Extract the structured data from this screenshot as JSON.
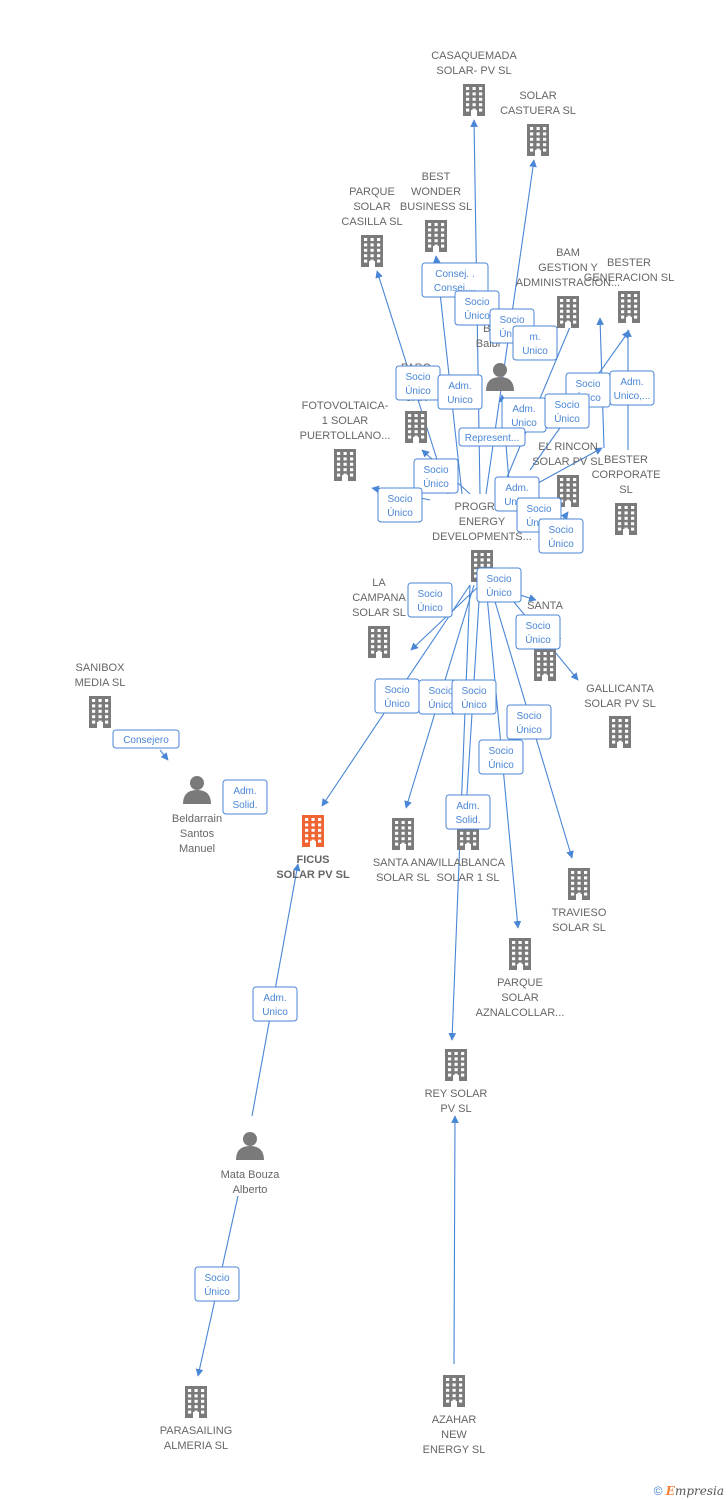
{
  "colors": {
    "building": "#7a7a7a",
    "focus": "#f06432",
    "person": "#7a7a7a",
    "edge": "#4a86d6"
  },
  "nodes": [
    {
      "id": "casaquemada",
      "type": "company",
      "lines": [
        "CASAQUEMADA",
        "SOLAR- PV  SL"
      ]
    },
    {
      "id": "castuera",
      "type": "company",
      "lines": [
        "SOLAR",
        "CASTUERA  SL"
      ]
    },
    {
      "id": "casilla",
      "type": "company",
      "lines": [
        "PARQUE",
        "SOLAR",
        "CASILLA  SL"
      ]
    },
    {
      "id": "bestwonder",
      "type": "company",
      "lines": [
        "BEST",
        "WONDER",
        "BUSINESS SL"
      ]
    },
    {
      "id": "bam",
      "type": "company",
      "lines": [
        "BAM",
        "GESTION Y",
        "ADMINISTRACION..."
      ]
    },
    {
      "id": "bestergen",
      "type": "company",
      "lines": [
        "BESTER",
        "GENERACION SL"
      ]
    },
    {
      "id": "bibalbin",
      "type": "person",
      "lines": [
        "Bi",
        "Balbi"
      ]
    },
    {
      "id": "parquecar",
      "type": "company",
      "lines": [
        "PARQ",
        "SO",
        "CAR"
      ]
    },
    {
      "id": "fotovoltaica",
      "type": "company",
      "lines": [
        "FOTOVOLTAICA-",
        "1 SOLAR",
        "PUERTOLLANO..."
      ]
    },
    {
      "id": "elrincon",
      "type": "company",
      "lines": [
        "EL RINCON",
        "SOLAR PV  SL"
      ]
    },
    {
      "id": "bestercorp",
      "type": "company",
      "lines": [
        "BESTER",
        "CORPORATE",
        "SL"
      ]
    },
    {
      "id": "progres",
      "type": "company",
      "lines": [
        "PROGRES",
        "ENERGY",
        "DEVELOPMENTS..."
      ]
    },
    {
      "id": "lacampana",
      "type": "company",
      "lines": [
        "LA",
        "CAMPANA",
        "SOLAR  SL"
      ]
    },
    {
      "id": "santa",
      "type": "company",
      "lines": [
        "SANTA",
        "A",
        "SO      SL"
      ]
    },
    {
      "id": "gallicanta",
      "type": "company",
      "lines": [
        "GALLICANTA",
        "SOLAR PV  SL"
      ]
    },
    {
      "id": "sanibox",
      "type": "company",
      "lines": [
        "SANIBOX",
        "MEDIA SL"
      ]
    },
    {
      "id": "beldarrain",
      "type": "person",
      "lines": [
        "Beldarrain",
        "Santos",
        "Manuel"
      ]
    },
    {
      "id": "ficus",
      "type": "focus",
      "lines": [
        "FICUS",
        "SOLAR PV  SL"
      ]
    },
    {
      "id": "santaana",
      "type": "company",
      "lines": [
        "SANTA ANA",
        "SOLAR  SL"
      ]
    },
    {
      "id": "villablanca",
      "type": "company",
      "lines": [
        "VILLABLANCA",
        "SOLAR 1  SL"
      ]
    },
    {
      "id": "travieso",
      "type": "company",
      "lines": [
        "TRAVIESO",
        "SOLAR  SL"
      ]
    },
    {
      "id": "aznalcollar",
      "type": "company",
      "lines": [
        "PARQUE",
        "SOLAR",
        "AZNALCOLLAR..."
      ]
    },
    {
      "id": "reysolar",
      "type": "company",
      "lines": [
        "REY SOLAR",
        "PV  SL"
      ]
    },
    {
      "id": "matabouza",
      "type": "person",
      "lines": [
        "Mata Bouza",
        "Alberto"
      ]
    },
    {
      "id": "parasailing",
      "type": "company",
      "lines": [
        "PARASAILING",
        "ALMERIA  SL"
      ]
    },
    {
      "id": "azahar",
      "type": "company",
      "lines": [
        "AZAHAR",
        "NEW",
        "ENERGY  SL"
      ]
    }
  ],
  "relations": [
    {
      "lines": [
        "Consej. .",
        "Consej...."
      ]
    },
    {
      "lines": [
        "Socio",
        "Único"
      ]
    },
    {
      "lines": [
        "Socio",
        "Único"
      ]
    },
    {
      "lines": [
        "m.",
        "Unico"
      ]
    },
    {
      "lines": [
        "Socio",
        "Único"
      ]
    },
    {
      "lines": [
        "Adm.",
        "Unico"
      ]
    },
    {
      "lines": [
        "Adm.",
        "Unico,..."
      ]
    },
    {
      "lines": [
        "Socio",
        "Único"
      ]
    },
    {
      "lines": [
        "Adm.",
        "Unico"
      ]
    },
    {
      "lines": [
        "Socio",
        "Único"
      ]
    },
    {
      "lines": [
        "Represent..."
      ]
    },
    {
      "lines": [
        "Socio",
        "Único"
      ]
    },
    {
      "lines": [
        "Socio",
        "Único"
      ]
    },
    {
      "lines": [
        "Adm.",
        "Unico"
      ]
    },
    {
      "lines": [
        "Socio",
        "Único"
      ]
    },
    {
      "lines": [
        "Socio",
        "Único"
      ]
    },
    {
      "lines": [
        "Socio",
        "Único"
      ]
    },
    {
      "lines": [
        "Socio",
        "Único"
      ]
    },
    {
      "lines": [
        "Socio",
        "Único"
      ]
    },
    {
      "lines": [
        "Consejero"
      ]
    },
    {
      "lines": [
        "Adm.",
        "Solid."
      ]
    },
    {
      "lines": [
        "Socio",
        "Único"
      ]
    },
    {
      "lines": [
        "Socio",
        "Único"
      ]
    },
    {
      "lines": [
        "Socio",
        "Único"
      ]
    },
    {
      "lines": [
        "Socio",
        "Único"
      ]
    },
    {
      "lines": [
        "Socio",
        "Único"
      ]
    },
    {
      "lines": [
        "Adm.",
        "Solid."
      ]
    },
    {
      "lines": [
        "Adm.",
        "Unico"
      ]
    },
    {
      "lines": [
        "Socio",
        "Único"
      ]
    }
  ],
  "footer": {
    "copyright": "©",
    "brand_first": "E",
    "brand_rest": "mpresia"
  }
}
